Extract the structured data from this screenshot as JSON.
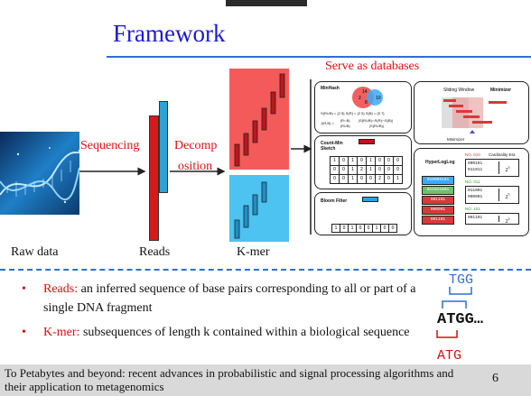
{
  "slide": {
    "title": "Framework",
    "serve_label": "Serve as databases",
    "sequencing": "Sequencing",
    "decomp_1": "Decomp",
    "decomp_2": "osition",
    "raw_data": "Raw data",
    "reads": "Reads",
    "kmer": "K-mer",
    "page_number": "6",
    "footer": "To Petabytes and beyond: recent advances in probabilistic and signal processing algorithms and their application to metagenomics"
  },
  "bullets": [
    {
      "key": "Reads:",
      "text": " an inferred sequence of base pairs corresponding to all or part of a single DNA fragment"
    },
    {
      "key": "K-mer:",
      "text": " subsequences of length k contained within a biological sequence"
    }
  ],
  "kmer_diagram": {
    "top": "TGG",
    "middle": "ATGG…",
    "bottom": "ATG"
  },
  "panels": {
    "minhash": {
      "title": "MinHash",
      "venn_left": [
        "2",
        "14",
        "8"
      ],
      "venn_right": "10",
      "eq1": "S(R∪B) = {2 5}   S(R) = {2 5}   S(B) = {5 7}",
      "eq2_lhs": "J(R,B) =",
      "eq2_a": "|R∩B|",
      "eq2_b": "|R∪B|",
      "eq2_c": "|S(R∪B)∩S(R)∩S(B)|",
      "eq2_d": "|S(R∪B)|"
    },
    "countmin": {
      "title": "Count-Min Sketch",
      "rows": [
        [
          "1",
          "0",
          "1",
          "0",
          "1",
          "0",
          "0",
          "0"
        ],
        [
          "0",
          "0",
          "1",
          "2",
          "1",
          "0",
          "0",
          "0"
        ],
        [
          "0",
          "0",
          "1",
          "0",
          "0",
          "2",
          "0",
          "1"
        ]
      ]
    },
    "bloom": {
      "title": "Bloom Filter",
      "cells": [
        "1",
        "0",
        "1",
        "0",
        "0",
        "1",
        "0",
        "0"
      ]
    },
    "minimizer": {
      "sliding": "Sliding Window",
      "minimizer": "Minimizer",
      "bottom": "Minimizer"
    },
    "hll": {
      "title": "HyperLogLog",
      "col_label": "Cardinality Est.",
      "left_codes": [
        "010000101",
        "011011001",
        "001101",
        "000001",
        "001101"
      ],
      "groups": [
        {
          "no": "NO. 010",
          "codes": [
            "000101",
            "011011"
          ],
          "est": "2",
          "exp": "3"
        },
        {
          "no": "NO. 011",
          "codes": [
            "011001",
            "000001"
          ],
          "est": "2",
          "exp": "5"
        },
        {
          "no": "NO. 101",
          "codes": [
            "001101"
          ],
          "est": "2",
          "exp": "2"
        }
      ]
    }
  },
  "colors": {
    "title": "#1a1ad6",
    "accent_red": "#e01010",
    "rule_blue": "#2f6fd6",
    "read_red": "#d61a1a",
    "read_blue": "#2ba3d8"
  }
}
